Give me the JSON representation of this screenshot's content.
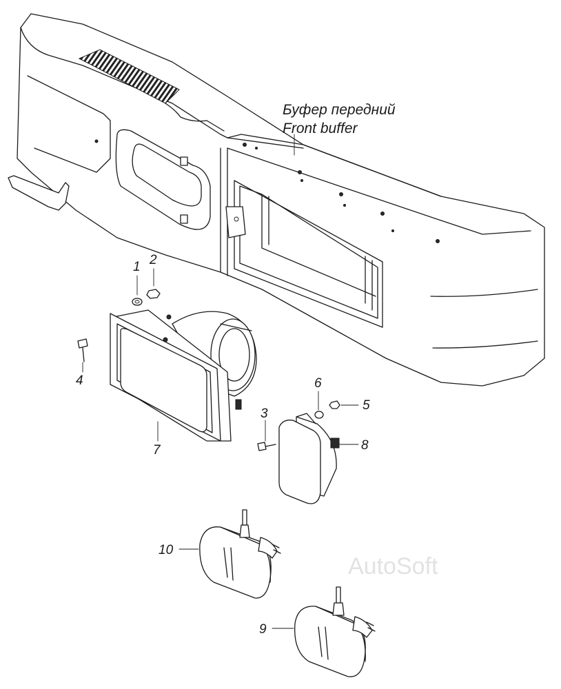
{
  "title": {
    "line1": "Буфер передний",
    "line2": "Front buffer"
  },
  "watermark": "AutoSoft",
  "callouts": [
    {
      "id": "c1",
      "label": "1"
    },
    {
      "id": "c2",
      "label": "2"
    },
    {
      "id": "c3",
      "label": "3"
    },
    {
      "id": "c4",
      "label": "4"
    },
    {
      "id": "c5",
      "label": "5"
    },
    {
      "id": "c6",
      "label": "6"
    },
    {
      "id": "c7",
      "label": "7"
    },
    {
      "id": "c8",
      "label": "8"
    },
    {
      "id": "c9",
      "label": "9"
    },
    {
      "id": "c10",
      "label": "10"
    }
  ]
}
